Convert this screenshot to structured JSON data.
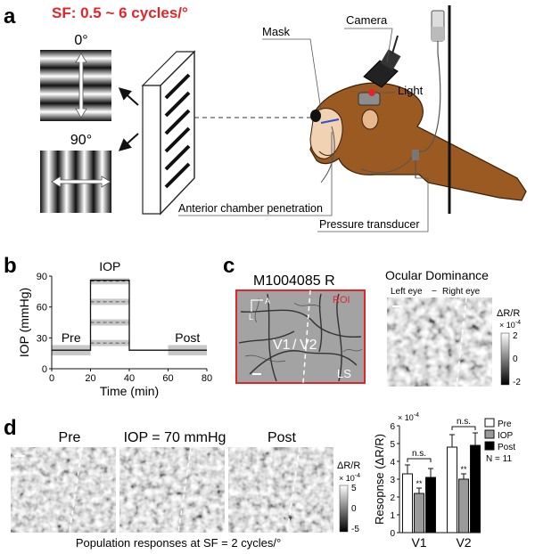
{
  "panel_a": {
    "letter": "a",
    "sf_label": "SF: 0.5 ~ 6 cycles/°",
    "orient_0": "0°",
    "orient_90": "90°",
    "label_mask": "Mask",
    "label_camera": "Camera",
    "label_light": "Light",
    "label_anterior": "Anterior chamber penetration",
    "label_pressure": "Pressure transducer"
  },
  "panel_b": {
    "letter": "b",
    "chart_data": {
      "type": "line",
      "xlabel": "Time (min)",
      "ylabel": "IOP (mmHg)",
      "x_ticks": [
        "0",
        "20",
        "40",
        "60",
        "80"
      ],
      "y_ticks": [
        "0",
        "30",
        "60",
        "90"
      ],
      "xlim": [
        0,
        80
      ],
      "ylim": [
        0,
        90
      ],
      "annotations": [
        "Pre",
        "IOP",
        "Post"
      ],
      "trace_x": [
        0,
        20,
        20,
        40,
        40,
        80
      ],
      "trace_y": [
        18,
        18,
        86,
        86,
        18,
        18
      ],
      "iop_levels": [
        30,
        50,
        70,
        90
      ],
      "pre_window": [
        0,
        20
      ],
      "iop_window": [
        20,
        40
      ],
      "post_window": [
        60,
        80
      ]
    }
  },
  "panel_c": {
    "letter": "c",
    "monkey_id": "M1004085 R",
    "roi_label": "ROI",
    "axis_a": "A",
    "axis_l": "L",
    "v1_label": "V1",
    "v2_label": "V2",
    "ls_label": "LS",
    "od_title": "Ocular Dominance",
    "left_eye": "Left eye",
    "dash": "−",
    "right_eye": "Right eye",
    "cb_title": "ΔR/R",
    "cb_exp": "× 10",
    "cb_exp_power": "-4",
    "cb_ticks": [
      "2",
      "0",
      "-2"
    ]
  },
  "panel_d": {
    "letter": "d",
    "map_titles": [
      "Pre",
      "IOP = 70 mmHg",
      "Post"
    ],
    "caption": "Population responses at SF = 2 cycles/°",
    "cb_title": "ΔR/R",
    "cb_exp": "× 10",
    "cb_exp_power": "-4",
    "cb_ticks": [
      "5",
      "0",
      "-5"
    ],
    "chart_data": {
      "type": "bar",
      "categories": [
        "V1",
        "V2"
      ],
      "series": [
        {
          "name": "Pre",
          "values": [
            3.3,
            4.8
          ],
          "err": [
            0.5,
            0.7
          ]
        },
        {
          "name": "IOP",
          "values": [
            2.2,
            3.0
          ],
          "err": [
            0.3,
            0.3
          ]
        },
        {
          "name": "Post",
          "values": [
            3.1,
            4.9
          ],
          "err": [
            0.5,
            0.7
          ]
        }
      ],
      "ylabel": "Resopnse (ΔR/R)",
      "y_exp": "× 10",
      "y_exp_power": "-4",
      "ylim": [
        0,
        6
      ],
      "y_ticks": [
        "0",
        "1",
        "2",
        "3",
        "4",
        "5",
        "6"
      ],
      "legend_position": "top-right",
      "colors": {
        "Pre": "#ffffff",
        "IOP": "#9a9a9a",
        "Post": "#000000"
      },
      "annotations": [
        "n.s.",
        "**",
        "N = 11"
      ]
    }
  }
}
